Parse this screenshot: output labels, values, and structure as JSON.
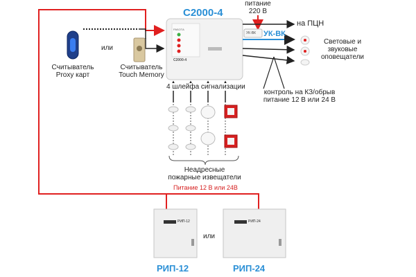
{
  "controller": {
    "title": "С2000-4",
    "face_label": "С2000-4",
    "leds_label": "РАБОТА"
  },
  "power_220": {
    "line1": "питание",
    "line2": "220 В"
  },
  "pcn": {
    "label": "на ПЦН"
  },
  "relay": {
    "label": "УК-ВК",
    "tag": "УК-ВК"
  },
  "sirens": {
    "line1": "Световые и",
    "line2": "звуковые",
    "line3": "оповещатели"
  },
  "control_note": {
    "line1": "контроль на КЗ/обрыв",
    "line2": "питание 12 В или 24 В"
  },
  "readers": {
    "or": "или",
    "proxy": {
      "line1": "Считыватель",
      "line2": "Proxy карт"
    },
    "tm": {
      "line1": "Считыватель",
      "line2": "Touch Memory"
    }
  },
  "loops": {
    "label": "4 шлейфа сигнализации"
  },
  "detectors": {
    "line1": "Неадресные",
    "line2": "пожарные извещатели"
  },
  "power_supplies": {
    "note": "Питание 12 В или 24В",
    "or": "или",
    "rip12": {
      "name": "РИП-12",
      "tag": "РИП-12"
    },
    "rip24": {
      "name": "РИП-24",
      "tag": "РИП-24"
    }
  },
  "colors": {
    "red": "#e02020",
    "blue": "#2a8fd6",
    "line": "#222222"
  }
}
